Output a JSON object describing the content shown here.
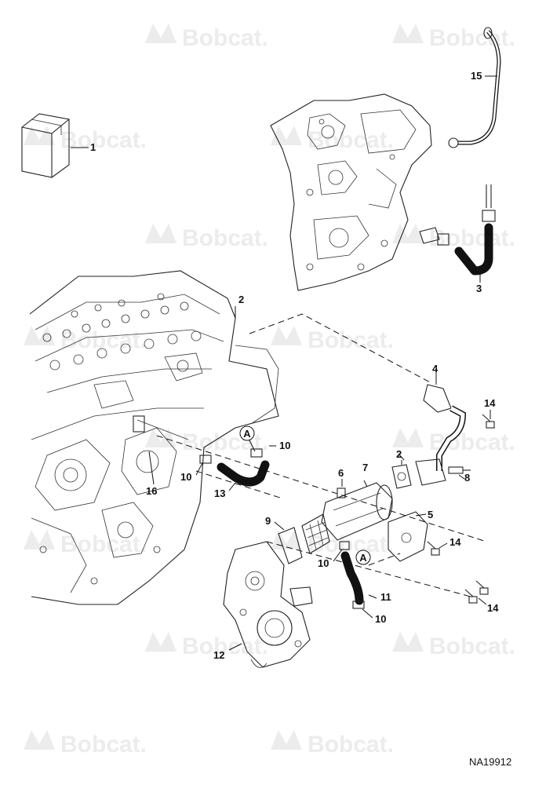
{
  "watermark": {
    "text": "Bobcat.",
    "color": "#ececec"
  },
  "figure_id": "NA19912",
  "callouts": {
    "c1": "1",
    "c2a": "2",
    "c2b": "2",
    "c3": "3",
    "c4": "4",
    "c5": "5",
    "c6": "6",
    "c7": "7",
    "c8": "8",
    "c9": "9",
    "c10a": "10",
    "c10b": "10",
    "c10c": "10",
    "c10d": "10",
    "c11": "11",
    "c12": "12",
    "c13": "13",
    "c14a": "14",
    "c14b": "14",
    "c14c": "14",
    "c15": "15",
    "c16": "16"
  },
  "ref_markers": {
    "a1": "A",
    "a2": "A"
  },
  "colors": {
    "line": "#222222",
    "hose": "#111111",
    "background": "#ffffff"
  }
}
